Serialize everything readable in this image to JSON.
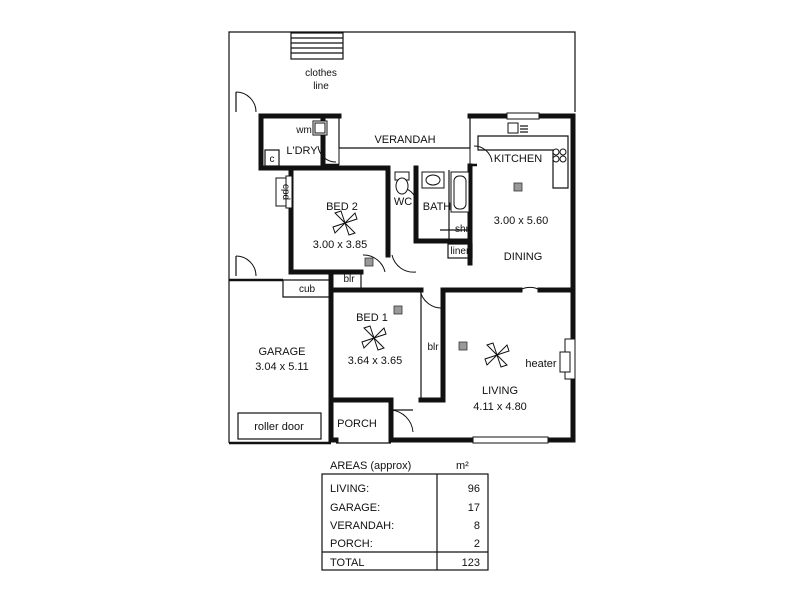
{
  "plan": {
    "clothes_line": [
      "clothes",
      "line"
    ],
    "verandah": "VERANDAH",
    "laundry": "L'DRY",
    "wm": "wm",
    "c": "c",
    "cpd": "cpd",
    "kitchen": "KITCHEN",
    "bed2": {
      "name": "BED 2",
      "size": "3.00 x 3.85"
    },
    "wc": "WC",
    "bath": "BATH",
    "shr": "shr",
    "linen": "linen",
    "kitchen_dining_size": "3.00 x 5.60",
    "dining": "DINING",
    "blr_top": "blr",
    "cub": "cub",
    "garage": {
      "name": "GARAGE",
      "size": "3.04 x 5.11"
    },
    "bed1": {
      "name": "BED 1",
      "size": "3.64 x 3.65"
    },
    "blr_side": "blr",
    "heater": "heater",
    "living": {
      "name": "LIVING",
      "size": "4.11 x 4.80"
    },
    "roller_door": "roller door",
    "porch": "PORCH"
  },
  "areas_table": {
    "header_label": "AREAS (approx)",
    "header_unit": "m²",
    "rows": [
      {
        "label": "LIVING:",
        "value": "96"
      },
      {
        "label": "GARAGE:",
        "value": "17"
      },
      {
        "label": "VERANDAH:",
        "value": "8"
      },
      {
        "label": "PORCH:",
        "value": "2"
      }
    ],
    "total": {
      "label": "TOTAL",
      "value": "123"
    }
  }
}
